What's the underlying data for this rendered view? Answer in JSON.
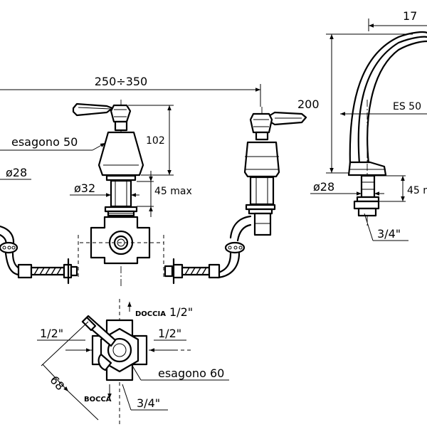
{
  "colors": {
    "line": "#000000",
    "background": "#ffffff"
  },
  "front_view": {
    "span": "250÷350",
    "hex_nut": "esagono 50",
    "diameter_left": "ø28",
    "diameter_body": "ø32",
    "height": "102",
    "max_thickness": "45 max"
  },
  "side_view": {
    "width_partial": "17",
    "height": "200",
    "hex_spout": "ES 50",
    "diameter": "ø28",
    "max_thickness_partial": "45 m",
    "thread": "3/4\""
  },
  "plan_view": {
    "shower_label": "DOCCIA",
    "shower_thread": "1/2\"",
    "left_thread": "1/2\"",
    "right_thread": "1/2\"",
    "diagonal": "68",
    "hex": "esagono 60",
    "spout_label": "BOCCA",
    "spout_thread": "3/4\""
  }
}
